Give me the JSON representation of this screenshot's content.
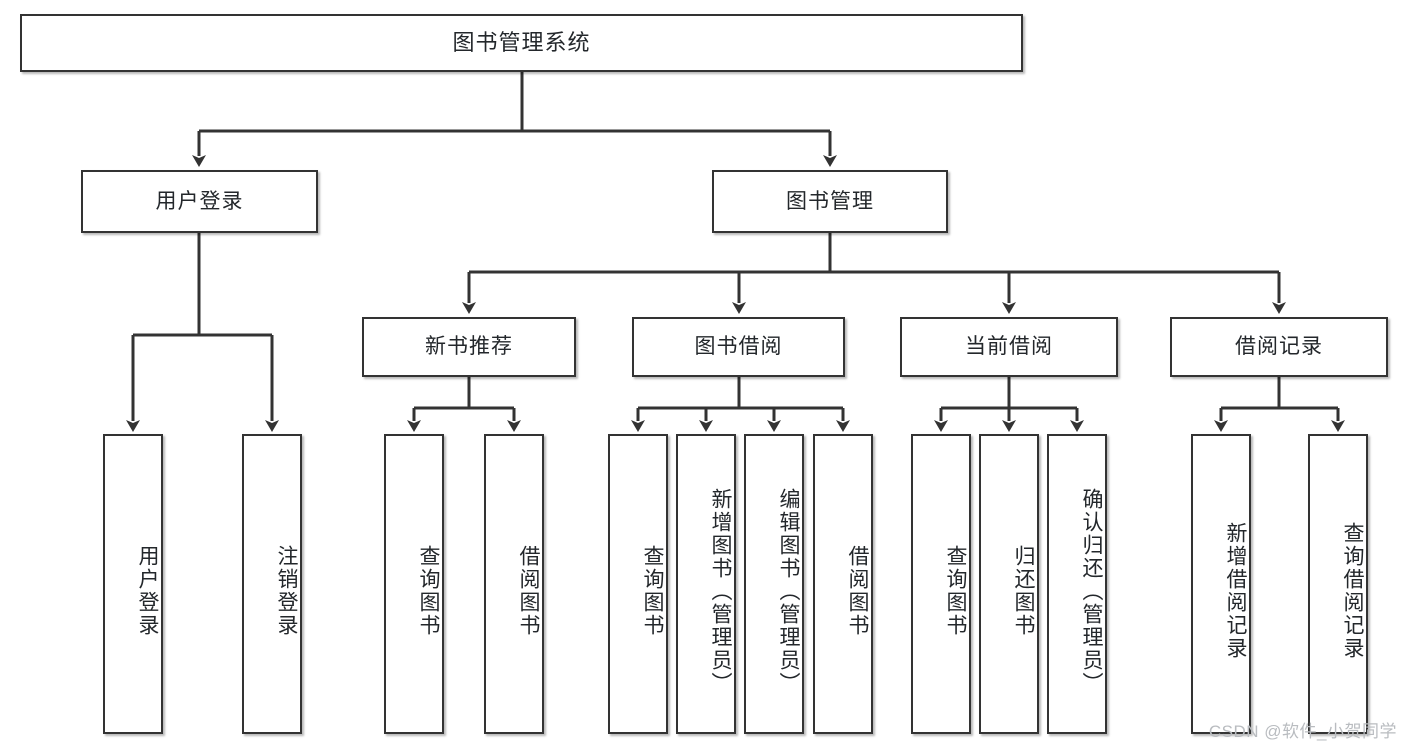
{
  "diagram": {
    "title": "图书管理系统",
    "type": "tree-hierarchy-diagram",
    "watermark": "CSDN @软件_小贺同学",
    "colors": {
      "box_border": "#333333",
      "box_fill": "#ffffff",
      "edge": "#333333",
      "text": "#23272b",
      "watermark": "#b9bcc0",
      "background": "#ffffff"
    },
    "levels": {
      "root": "图书管理系统",
      "level2": [
        "用户登录",
        "图书管理"
      ],
      "level3": [
        "新书推荐",
        "图书借阅",
        "当前借阅",
        "借阅记录"
      ]
    }
  },
  "nodes": {
    "root": {
      "label": "图书管理系统"
    },
    "user_login": {
      "label": "用户登录"
    },
    "book_manage": {
      "label": "图书管理"
    },
    "new_book_rec": {
      "label": "新书推荐"
    },
    "book_borrow": {
      "label": "图书借阅"
    },
    "current_borrow": {
      "label": "当前借阅"
    },
    "borrow_record": {
      "label": "借阅记录"
    }
  },
  "leaves": {
    "user_login": [
      {
        "label": "用户登录"
      },
      {
        "label": "注销登录"
      }
    ],
    "new_book_rec": [
      {
        "label": "查询图书"
      },
      {
        "label": "借阅图书"
      }
    ],
    "book_borrow": [
      {
        "label": "查询图书"
      },
      {
        "label": "新增图书（管理员）"
      },
      {
        "label": "编辑图书（管理员）"
      },
      {
        "label": "借阅图书"
      }
    ],
    "current_borrow": [
      {
        "label": "查询图书"
      },
      {
        "label": "归还图书"
      },
      {
        "label": "确认归还（管理员）"
      }
    ],
    "borrow_record": [
      {
        "label": "新增借阅记录"
      },
      {
        "label": "查询借阅记录"
      }
    ]
  }
}
